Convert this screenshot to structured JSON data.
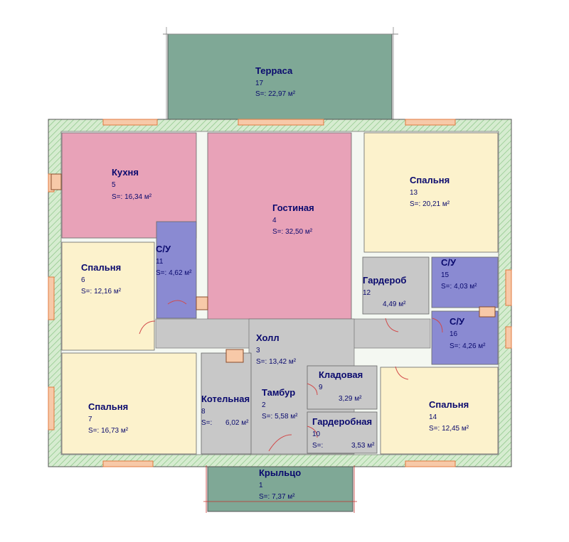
{
  "plan": {
    "colors": {
      "kitchen_living": "#e8a2b8",
      "bedroom": "#fcf2cc",
      "bathroom": "#8a8ad2",
      "service": "#c8c8c8",
      "terrace": "#7fa896",
      "wall_hatch": "#b7dcb0",
      "window": "#f0a070",
      "label": "#0a0a6e"
    },
    "rooms": [
      {
        "id": "terrace",
        "name": "Терраса",
        "num": "17",
        "area": "S=: 22,97 м²"
      },
      {
        "id": "kitchen",
        "name": "Кухня",
        "num": "5",
        "area": "S=: 16,34 м²"
      },
      {
        "id": "living",
        "name": "Гостиная",
        "num": "4",
        "area": "S=: 32,50 м²"
      },
      {
        "id": "bedroom13",
        "name": "Спальня",
        "num": "13",
        "area": "S=: 20,21 м²"
      },
      {
        "id": "bath11",
        "name": "С/У",
        "num": "11",
        "area": "S=: 4,62 м²"
      },
      {
        "id": "bedroom6",
        "name": "Спальня",
        "num": "6",
        "area": "S=: 12,16 м²"
      },
      {
        "id": "wardrobe12",
        "name": "Гардероб",
        "num": "12",
        "area": "4,49 м²"
      },
      {
        "id": "bath15",
        "name": "С/У",
        "num": "15",
        "area": "S=: 4,03 м²"
      },
      {
        "id": "bath16",
        "name": "С/У",
        "num": "16",
        "area": "S=: 4,26 м²"
      },
      {
        "id": "hall",
        "name": "Холл",
        "num": "3",
        "area": "S=: 13,42 м²"
      },
      {
        "id": "pantry",
        "name": "Кладовая",
        "num": "9",
        "area": "3,29 м²"
      },
      {
        "id": "tambur",
        "name": "Тамбур",
        "num": "2",
        "area": "S=: 5,58 м²"
      },
      {
        "id": "boiler",
        "name": "Котельная",
        "num": "8",
        "area": "6,02 м²",
        "area_prefix": "S=:"
      },
      {
        "id": "bedroom7",
        "name": "Спальня",
        "num": "7",
        "area": "S=: 16,73 м²"
      },
      {
        "id": "bedroom14",
        "name": "Спальня",
        "num": "14",
        "area": "S=: 12,45 м²"
      },
      {
        "id": "dressing10",
        "name": "Гардеробная",
        "num": "10",
        "area": "3,53 м²",
        "area_prefix": "S=:"
      },
      {
        "id": "porch",
        "name": "Крыльцо",
        "num": "1",
        "area": "S=:  7,37 м²"
      }
    ]
  }
}
